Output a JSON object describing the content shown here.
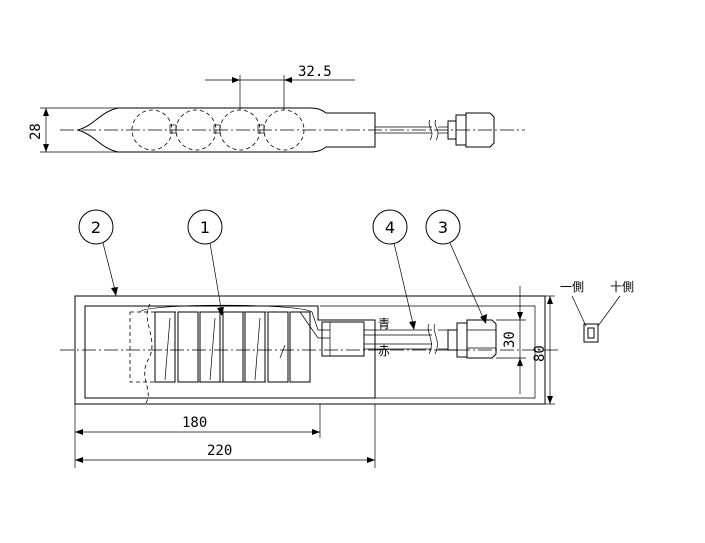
{
  "dimensions": {
    "pitch": "32.5",
    "thickness": "28",
    "inner_length": "180",
    "total_length": "220",
    "connector_width": "30",
    "total_width": "80"
  },
  "balloons": {
    "b1": "1",
    "b2": "2",
    "b3": "3",
    "b4": "4"
  },
  "wire_labels": {
    "blue": "青",
    "red": "赤"
  },
  "polarity": {
    "negative": "一側",
    "positive": "十側"
  }
}
